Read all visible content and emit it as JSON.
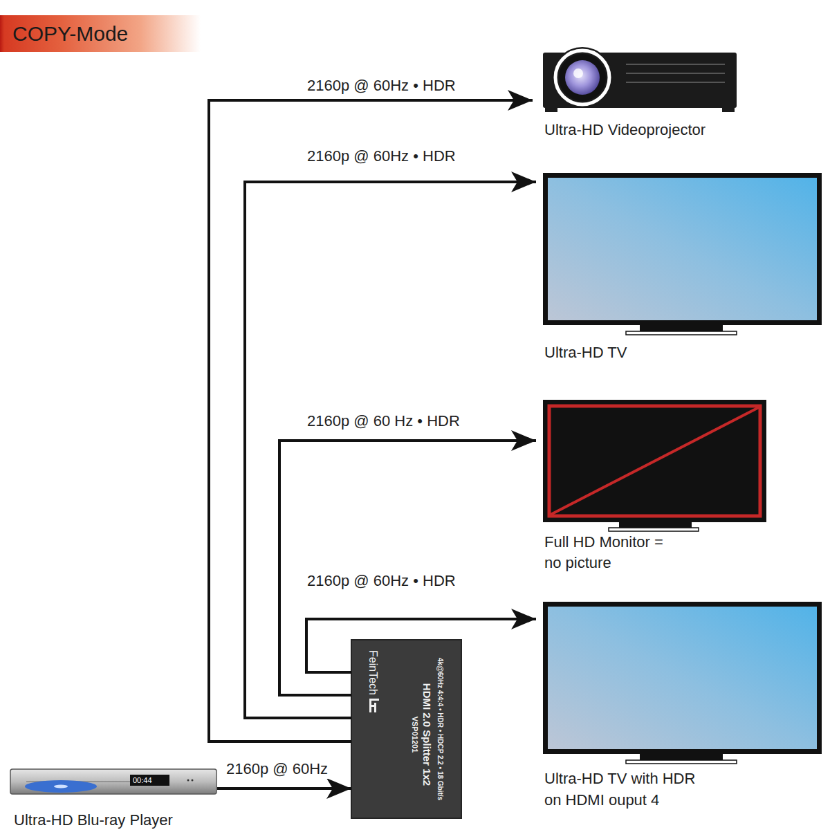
{
  "diagram": {
    "title": "COPY-Mode",
    "nodes": [
      {
        "text": [
          "Ultra-HD Videoprojector"
        ]
      },
      {
        "text": [
          "Ultra-HD TV"
        ]
      },
      {
        "text": [
          "Full HD Monitor = no picture"
        ]
      },
      {
        "text": [
          "Ultra-HD TV with HDR on HDMI ouput 4"
        ]
      },
      {
        "text": [
          "FeinTech",
          "VSP01201",
          "HDMI 2.0 Splitter 1x2",
          "4k@60Hz 4:4:4 • HDR • HDCP 2.2 • 18 Gbit/s"
        ]
      },
      {
        "text": [
          "Ultra-HD Blu-ray Player",
          "00:44"
        ]
      }
    ],
    "edges": [
      {
        "from": 4,
        "to": 0,
        "arrow": "to",
        "label": "2160p @ 60Hz • HDR"
      },
      {
        "from": 4,
        "to": 1,
        "arrow": "to",
        "label": "2160p @ 60Hz • HDR"
      },
      {
        "from": 4,
        "to": 2,
        "arrow": "to",
        "label": "2160p @ 60 Hz • HDR"
      },
      {
        "from": 4,
        "to": 3,
        "arrow": "to",
        "label": "2160p @ 60Hz • HDR"
      },
      {
        "from": 5,
        "to": 4,
        "arrow": "to",
        "label": "2160p @ 60Hz"
      }
    ]
  }
}
